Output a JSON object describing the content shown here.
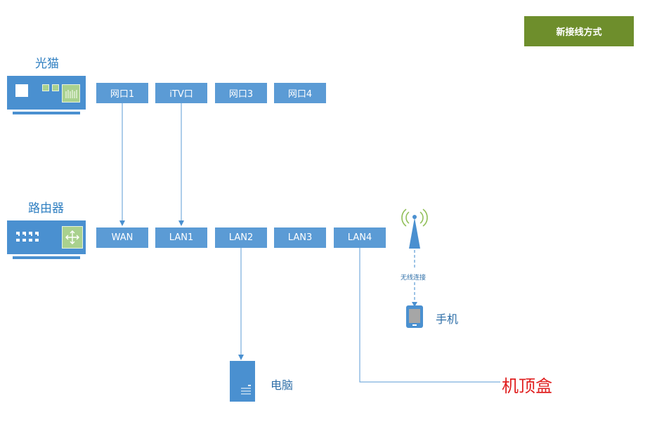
{
  "header": {
    "button_label": "新接线方式"
  },
  "modem": {
    "label": "光猫",
    "ports": [
      "网口1",
      "iTV口",
      "网口3",
      "网口4"
    ]
  },
  "router": {
    "label": "路由器",
    "ports": [
      "WAN",
      "LAN1",
      "LAN2",
      "LAN3",
      "LAN4"
    ]
  },
  "wireless": {
    "label": "无线连接"
  },
  "phone": {
    "label": "手机"
  },
  "computer": {
    "label": "电脑"
  },
  "settop": {
    "label": "机顶盒"
  },
  "colors": {
    "port_blue": "#5b9bd5",
    "device_blue": "#4a90d0",
    "accent_green": "#6e8e2c",
    "settop_red": "#e02020"
  }
}
